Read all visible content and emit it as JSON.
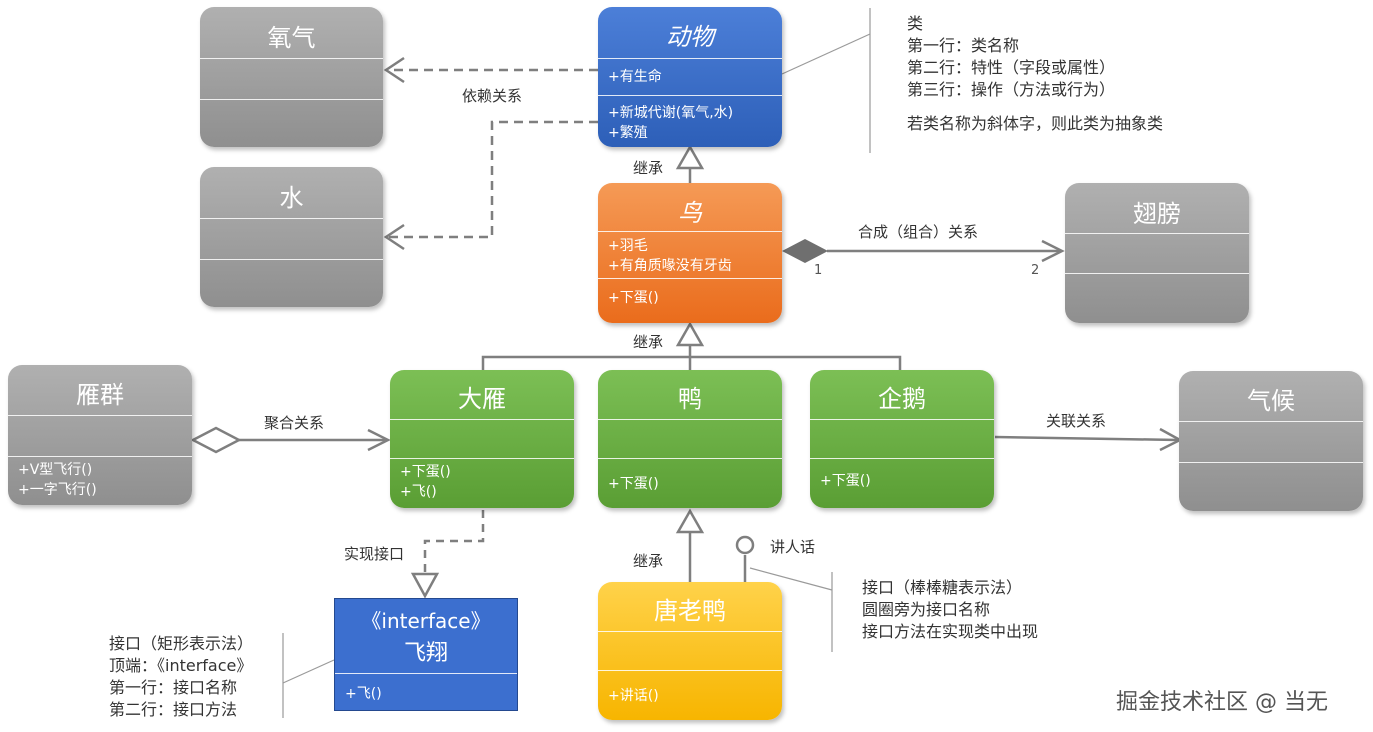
{
  "classes": {
    "oxygen": {
      "title": "氧气"
    },
    "water": {
      "title": "水"
    },
    "animal": {
      "title": "动物",
      "attrs": [
        "+有生命"
      ],
      "ops": [
        "+新城代谢(氧气,水)",
        "+繁殖"
      ]
    },
    "bird": {
      "title": "鸟",
      "attrs": [
        "+羽毛",
        "+有角质喙没有牙齿"
      ],
      "ops": [
        "+下蛋()"
      ]
    },
    "wing": {
      "title": "翅膀"
    },
    "goose_flock": {
      "title": "雁群",
      "ops": [
        "+V型飞行()",
        "+一字飞行()"
      ]
    },
    "wild_goose": {
      "title": "大雁",
      "ops": [
        "+下蛋()",
        "+飞()"
      ]
    },
    "duck": {
      "title": "鸭",
      "ops": [
        "+下蛋()"
      ]
    },
    "penguin": {
      "title": "企鹅",
      "ops": [
        "+下蛋()"
      ]
    },
    "climate": {
      "title": "气候"
    },
    "donald": {
      "title": "唐老鸭",
      "ops": [
        "+讲话()"
      ]
    },
    "fly_interface": {
      "stereotype": "《interface》",
      "title": "飞翔",
      "ops": [
        "+飞()"
      ]
    }
  },
  "relations": {
    "dependency": "依赖关系",
    "inherit_1": "继承",
    "inherit_2": "继承",
    "inherit_3": "继承",
    "composition": "合成（组合）关系",
    "composition_mult_1": "1",
    "composition_mult_2": "2",
    "aggregation": "聚合关系",
    "association": "关联关系",
    "realization": "实现接口",
    "lollipop": "讲人话"
  },
  "notes": {
    "class_note": [
      "类",
      "第一行：类名称",
      "第二行：特性（字段或属性）",
      "第三行：操作（方法或行为）",
      "",
      "若类名称为斜体字，则此类为抽象类"
    ],
    "lollipop_note": [
      "接口（棒棒糖表示法）",
      "圆圈旁为接口名称",
      "接口方法在实现类中出现"
    ],
    "rect_note": [
      "接口（矩形表示法）",
      "顶端：《interface》",
      "第一行：接口名称",
      "第二行：接口方法"
    ]
  },
  "watermark": "掘金技术社区 @ 当无",
  "colors": {
    "abstract_class": "#3b6fcc",
    "bird": "#ee7a2e",
    "subclass": "#6aaf45",
    "donald": "#fcc419",
    "other": "#9e9e9e",
    "interface": "#3c6fcf"
  }
}
